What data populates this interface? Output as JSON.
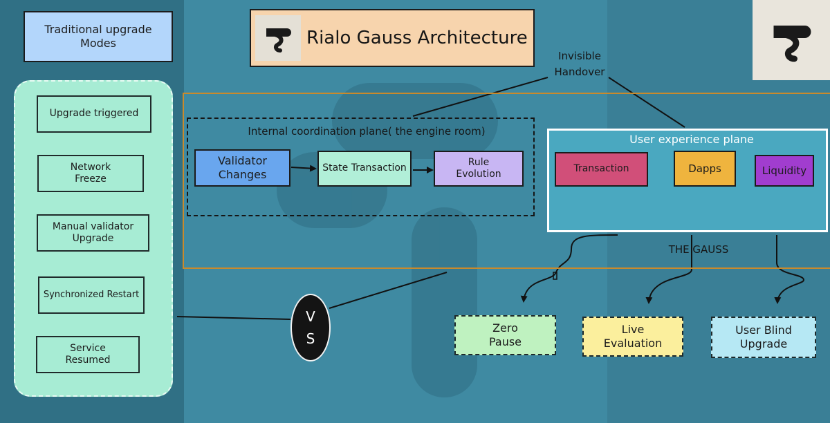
{
  "header": {
    "title": "Rialo Gauss Architecture",
    "left_label": "Traditional upgrade Modes"
  },
  "traditional_flow": {
    "steps": [
      "Upgrade triggered",
      "Network Freeze",
      "Manual validator Upgrade",
      "Synchronized Restart",
      "Service Resumed"
    ]
  },
  "vs_label": "V S",
  "handover_label": "Invisible Handover",
  "internal_plane": {
    "title": "Internal coordination plane( the engine room)",
    "nodes": [
      "Validator Changes",
      "State Transaction",
      "Rule Evolution"
    ]
  },
  "user_plane": {
    "title": "User experience plane",
    "nodes": [
      "Transaction",
      "Dapps",
      "Liquidity"
    ]
  },
  "gauss_label": "THE GAUSS",
  "outcomes": [
    "Zero Pause",
    "Live Evaluation",
    "User Blind Upgrade"
  ],
  "colors": {
    "step_green": "#a7ecd4",
    "title_peach": "#f7d4ad",
    "label_blue": "#b3d6fb",
    "validator_blue": "#69a6ee",
    "state_mint": "#b1efd8",
    "rule_lavender": "#c8b6f3",
    "transaction_pink": "#d14f79",
    "dapps_orange": "#efb43e",
    "liquidity_purple": "#a13dcf",
    "zero_green": "#bff2c0",
    "live_yellow": "#fbef9d",
    "blind_blue": "#b6e8f4",
    "frame_orange": "#c98a2c"
  }
}
